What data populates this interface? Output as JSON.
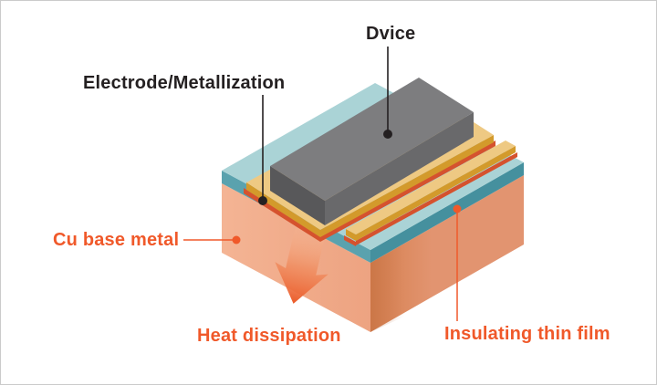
{
  "diagram": {
    "description": "Isometric diagram of a power device mounted on electrode/metallization strips over an insulating thin film on a Cu base metal block, with heat dissipation arrow",
    "labels": {
      "device": "Dvice",
      "electrode": "Electrode/Metallization",
      "cu_base": "Cu base metal",
      "heat": "Heat dissipation",
      "insulating": "Insulating thin film"
    },
    "colors": {
      "background": "#ffffff",
      "border": "#cbcbcb",
      "label_dark": "#242021",
      "label_orange": "#f0592a",
      "film_top": "#aad3d6",
      "film_left": "#5aa2ae",
      "film_right": "#45909e",
      "base_left": "#f4b494",
      "base_left_dark": "#eda381",
      "base_right": "#e29470",
      "base_right_dark": "#d6804f",
      "right_shade": "#b05e33",
      "pad_tan": "#eec983",
      "pad_gold": "#d39a2b",
      "pad_red": "#d5522e",
      "device_top": "#7d7d7f",
      "device_left": "#58585a",
      "device_right": "#69696b",
      "arrow_start": "#f6b894",
      "arrow_mid": "#f08a5c",
      "arrow_end": "#eb5a28"
    }
  }
}
